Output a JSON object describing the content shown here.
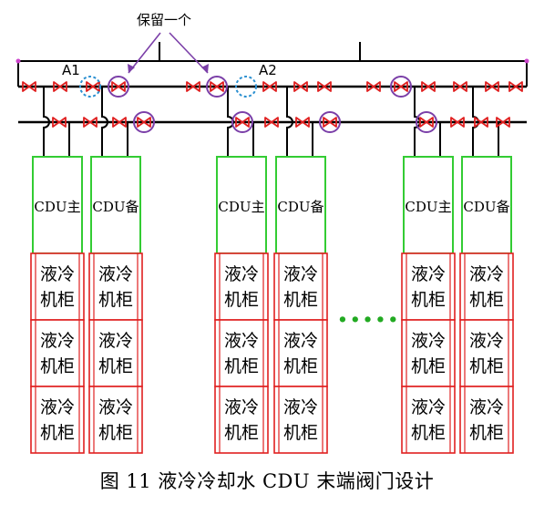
{
  "annotation": "保留一个",
  "anchors": [
    "A1",
    "A2"
  ],
  "cdu_primary": "CDU主",
  "cdu_backup": "CDU备",
  "rack_line1": "液冷",
  "rack_line2": "机柜",
  "ellipsis": "·····",
  "caption": "图 11    液冷冷却水 CDU 末端阀门设计",
  "colors": {
    "pipe": "#000000",
    "valve": "#e02020",
    "cdu_border": "#33cc33",
    "rack_border": "#e02020",
    "keep_circle": "#7b3fa8",
    "remove_circle": "#2a8fd0",
    "ellipsis": "#22aa22",
    "endpoint": "#cc44cc"
  },
  "icons": {
    "valve": "bowtie-valve-icon",
    "keep": "purple-circle-marker-icon",
    "optional": "dashed-blue-circle-marker-icon"
  }
}
